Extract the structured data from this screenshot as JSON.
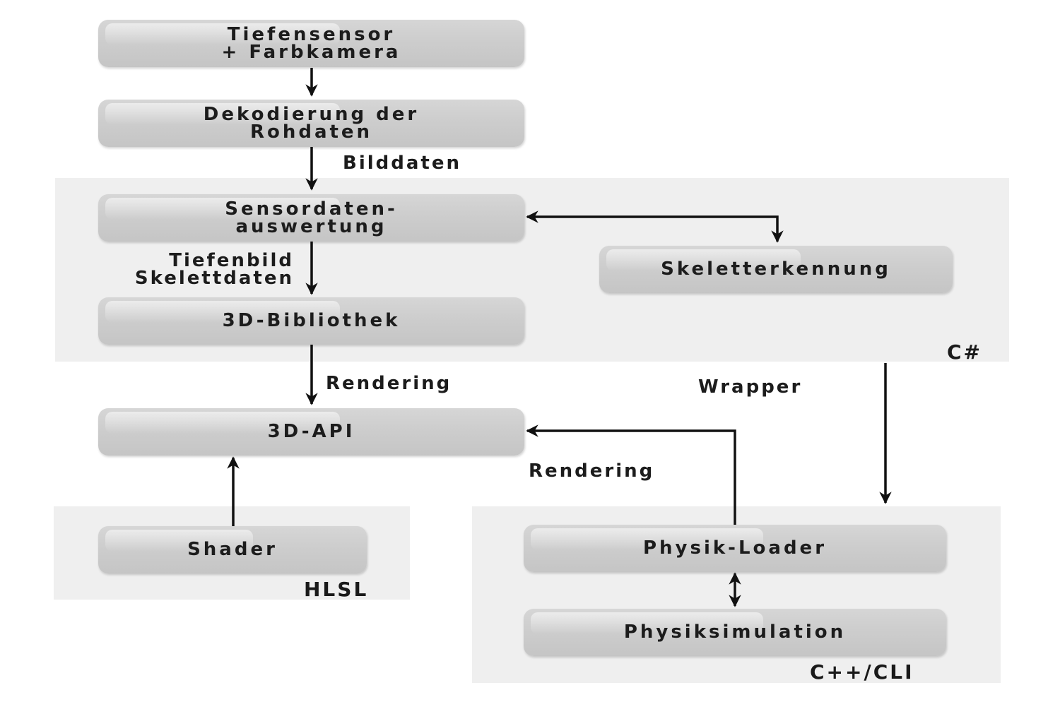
{
  "groups": {
    "csharp": "C#",
    "hlsl": "HLSL",
    "cpp_cli": "C++/CLI"
  },
  "nodes": {
    "tiefensensor": "Tiefensensor\n+ Farbkamera",
    "dekodierung": "Dekodierung der\nRohdaten",
    "sensordaten": "Sensordaten-\nauswertung",
    "skeletterkennung": "Skeletterkennung",
    "bibliothek": "3D-Bibliothek",
    "api": "3D-API",
    "shader": "Shader",
    "physik_loader": "Physik-Loader",
    "physiksimulation": "Physiksimulation"
  },
  "edge_labels": {
    "bilddaten": "Bilddaten",
    "tiefenbild": "Tiefenbild\nSkelettdaten",
    "rendering_left": "Rendering",
    "wrapper": "Wrapper",
    "rendering_right": "Rendering"
  }
}
